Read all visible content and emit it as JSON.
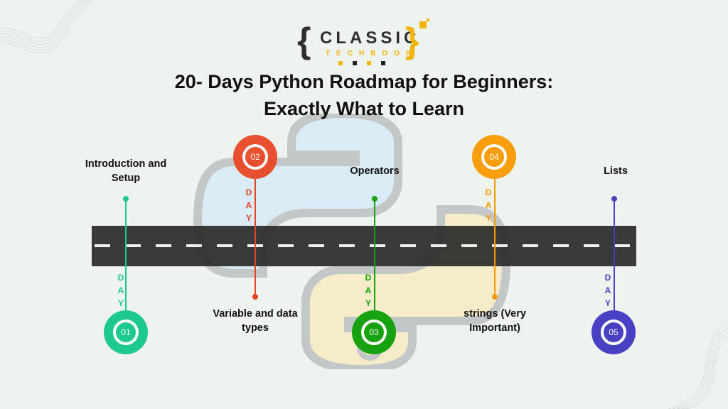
{
  "brand": {
    "name_main": "CLASSIC",
    "name_sub": "TECHBOOK",
    "colors": {
      "dark": "#2e2e2e",
      "accent": "#f5b400"
    }
  },
  "header": {
    "title_line1": "20- Days Python Roadmap for Beginners:",
    "title_line2": "Exactly What to Learn"
  },
  "roadmap": {
    "day_word": "DAY",
    "steps": [
      {
        "number": "01",
        "topic": "Introduction and Setup",
        "topic_line1": "Introduction and",
        "topic_line2": "Setup",
        "color": "#1ec98d"
      },
      {
        "number": "02",
        "topic": "Variable and data types",
        "topic_line1": "Variable and data",
        "topic_line2": "types",
        "color": "#e8431f"
      },
      {
        "number": "03",
        "topic": "Operators",
        "topic_line1": "Operators",
        "topic_line2": "",
        "color": "#16a30f"
      },
      {
        "number": "04",
        "topic": "strings (Very Important)",
        "topic_line1": "strings (Very",
        "topic_line2": "Important)",
        "color": "#f99a00"
      },
      {
        "number": "05",
        "topic": "Lists",
        "topic_line1": "Lists",
        "topic_line2": "",
        "color": "#4a40c4"
      }
    ]
  },
  "decor": {
    "background_icon": "python-logo-icon",
    "road_color": "#2d2d2d"
  }
}
